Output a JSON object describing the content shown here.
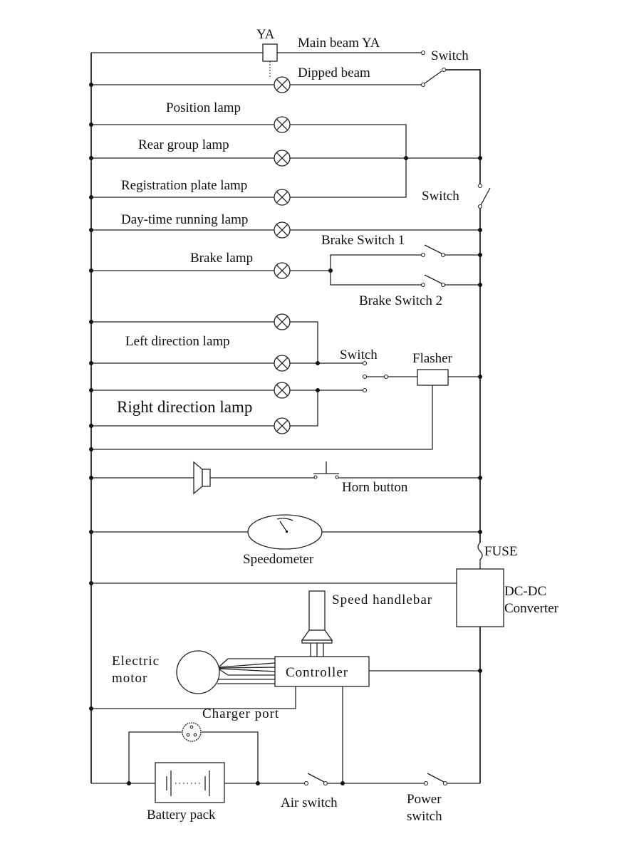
{
  "diagram": {
    "type": "electrical-wiring-schematic",
    "labels": {
      "ya": "YA",
      "main_beam": "Main beam YA",
      "headlight_switch": "Switch",
      "dipped_beam": "Dipped beam",
      "position_lamp": "Position lamp",
      "rear_group_lamp": "Rear group lamp",
      "registration_plate_lamp": "Registration plate lamp",
      "light_switch": "Switch",
      "daytime_running_lamp": "Day-time running lamp",
      "brake_lamp": "Brake lamp",
      "brake_switch_1": "Brake Switch 1",
      "brake_switch_2": "Brake Switch 2",
      "left_direction_lamp": "Left direction lamp",
      "turn_switch": "Switch",
      "flasher": "Flasher",
      "right_direction_lamp": "Right direction lamp",
      "horn_button": "Horn button",
      "speedometer": "Speedometer",
      "fuse": "FUSE",
      "dcdc_line1": "DC-DC",
      "dcdc_line2": "Converter",
      "speed_handlebar": "Speed handlebar",
      "electric_line1": "Electric",
      "motor_line2": "motor",
      "controller": "Controller",
      "charger_port": "Charger port",
      "battery_pack": "Battery pack",
      "air_switch": "Air switch",
      "power_line1": "Power",
      "switch_line2": "switch"
    }
  }
}
